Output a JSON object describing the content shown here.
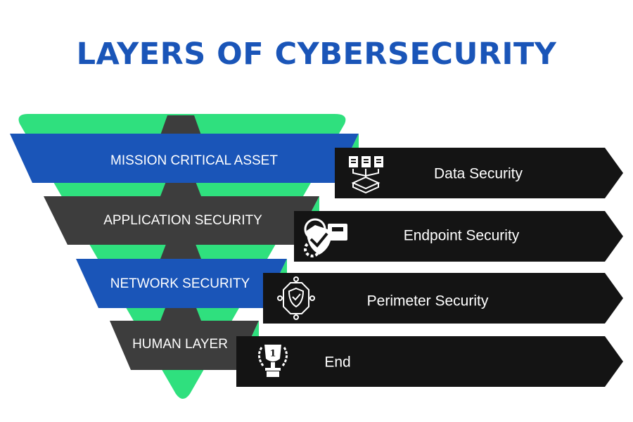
{
  "title": "LAYERS OF CYBERSECURITY",
  "colors": {
    "title": "#1a55b8",
    "funnel_green": "#2fe07e",
    "blue_band": "#1a55b8",
    "gray_band": "#3d3d3d",
    "arrow_bg": "#141414",
    "label": "#ffffff"
  },
  "layers": [
    {
      "label": "MISSION CRITICAL ASSET"
    },
    {
      "label": "APPLICATION SECURITY"
    },
    {
      "label": "NETWORK SECURITY"
    },
    {
      "label": "HUMAN LAYER"
    }
  ],
  "arrows": [
    {
      "label": "Data Security",
      "icon": "data-server-icon"
    },
    {
      "label": "Endpoint Security",
      "icon": "endpoint-shield-icon"
    },
    {
      "label": "Perimeter Security",
      "icon": "perimeter-shield-icon"
    },
    {
      "label": "End",
      "icon": "trophy-icon"
    }
  ]
}
